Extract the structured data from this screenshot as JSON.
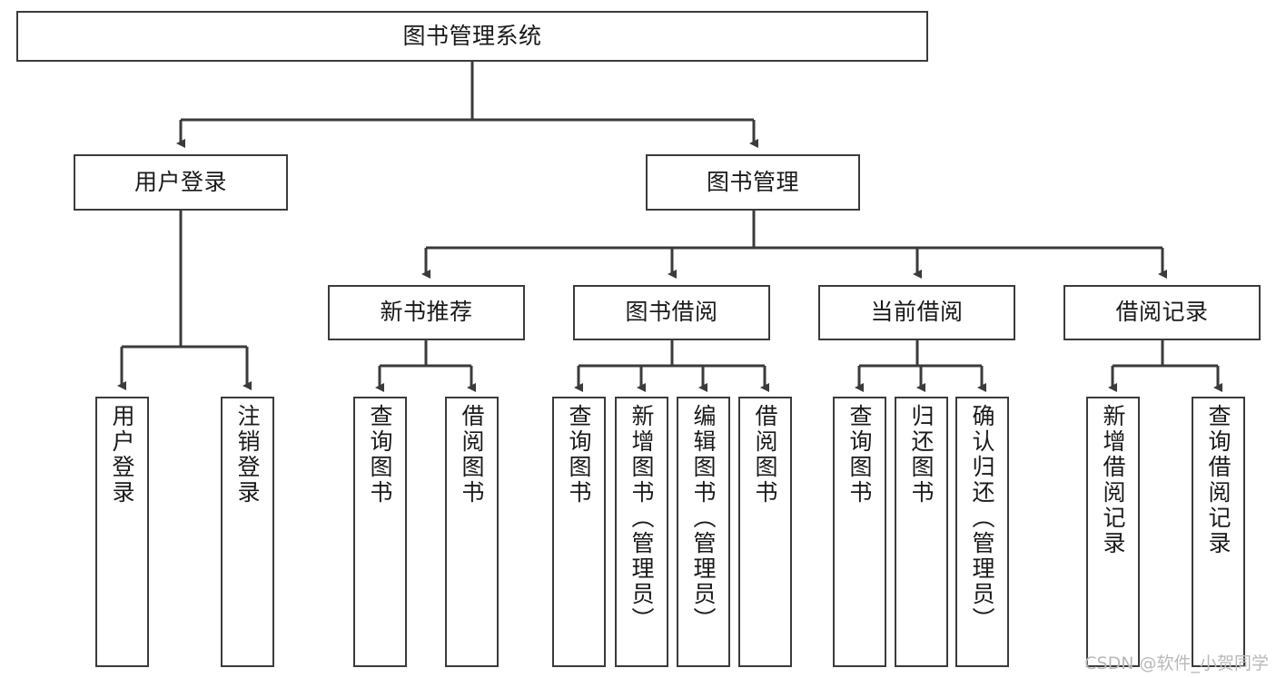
{
  "diagram": {
    "title": "图书管理系统",
    "type": "tree-hierarchy",
    "watermark": "CSDN @软件_小贺同学",
    "colors": {
      "box_border": "#3b3b3b",
      "box_fill": "#ffffff",
      "connector": "#3b3b3b",
      "text": "#1a1a1a",
      "watermark": "#b9b9b9",
      "background": "#ffffff"
    },
    "root": {
      "label": "图书管理系统"
    },
    "level2": [
      {
        "label": "用户登录"
      },
      {
        "label": "图书管理"
      }
    ],
    "level3": [
      {
        "label": "新书推荐"
      },
      {
        "label": "图书借阅"
      },
      {
        "label": "当前借阅"
      },
      {
        "label": "借阅记录"
      }
    ],
    "leaves": {
      "user_login": [
        {
          "label": "用户登录"
        },
        {
          "label": "注销登录"
        }
      ],
      "new_book_recommend": [
        {
          "label": "查询图书"
        },
        {
          "label": "借阅图书"
        }
      ],
      "book_borrow": [
        {
          "label": "查询图书"
        },
        {
          "label": "新增图书（管理员）"
        },
        {
          "label": "编辑图书（管理员）"
        },
        {
          "label": "借阅图书"
        }
      ],
      "current_borrow": [
        {
          "label": "查询图书"
        },
        {
          "label": "归还图书"
        },
        {
          "label": "确认归还（管理员）"
        }
      ],
      "borrow_record": [
        {
          "label": "新增借阅记录"
        },
        {
          "label": "查询借阅记录"
        }
      ]
    }
  }
}
